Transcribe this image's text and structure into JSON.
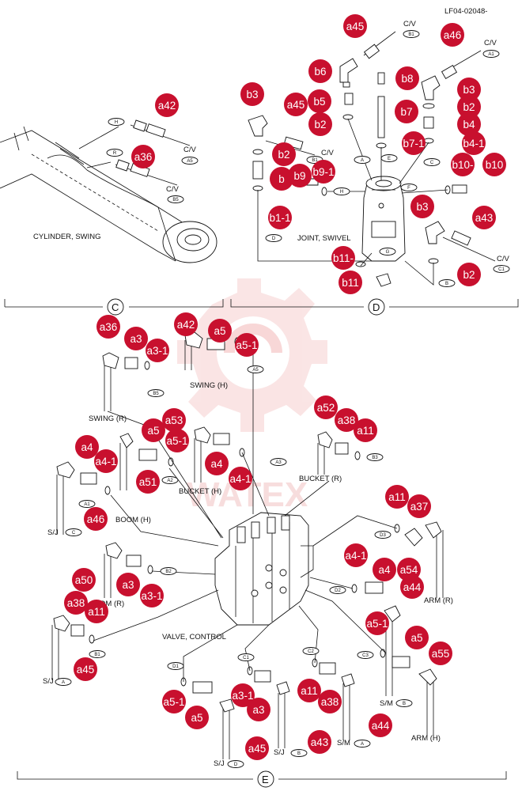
{
  "drawing_code": "LF04-02048-",
  "watermark": "WATEX",
  "colors": {
    "callout": "#c8102e",
    "watermark": "#f4c4c4",
    "line": "#111111"
  },
  "sections": {
    "C": "C",
    "D": "D",
    "E": "E"
  },
  "labels": {
    "cylinder_swing": "CYLINDER, SWING",
    "joint_swivel": "JOINT, SWIVEL",
    "valve_control": "VALVE, CONTROL",
    "swing_h": "SWING  (H)",
    "swing_r": "SWING  (R)",
    "bucket_r": "BUCKET (R)",
    "bucket_h": "BUCKET (H)",
    "boom_h": "BOOM (H)",
    "boom_r": "OM (R)",
    "arm_r": "ARM (R)",
    "arm_h": "ARM (H)",
    "cv": "C/V",
    "sj": "S/J",
    "sm": "S/M"
  },
  "tags": [
    {
      "id": "t1",
      "text": "H"
    },
    {
      "id": "t2",
      "text": "A5"
    },
    {
      "id": "t3",
      "text": "R"
    },
    {
      "id": "t4",
      "text": "B5"
    },
    {
      "id": "t5",
      "text": "B1"
    },
    {
      "id": "t6",
      "text": "A1"
    },
    {
      "id": "t7",
      "text": "B1"
    },
    {
      "id": "t8",
      "text": "A"
    },
    {
      "id": "t9",
      "text": "E"
    },
    {
      "id": "t10",
      "text": "C"
    },
    {
      "id": "t11",
      "text": "H"
    },
    {
      "id": "t12",
      "text": "F"
    },
    {
      "id": "t13",
      "text": "D"
    },
    {
      "id": "t14",
      "text": "G"
    },
    {
      "id": "t15",
      "text": "B"
    },
    {
      "id": "t16",
      "text": "C1"
    },
    {
      "id": "t17",
      "text": "A5"
    },
    {
      "id": "t18",
      "text": "B5"
    },
    {
      "id": "t19",
      "text": "A3"
    },
    {
      "id": "t20",
      "text": "B3"
    },
    {
      "id": "t21",
      "text": "A2"
    },
    {
      "id": "t22",
      "text": "A1"
    },
    {
      "id": "t23",
      "text": "C"
    },
    {
      "id": "t24",
      "text": "B2"
    },
    {
      "id": "t25",
      "text": "D3"
    },
    {
      "id": "t26",
      "text": "D2"
    },
    {
      "id": "t27",
      "text": "B1"
    },
    {
      "id": "t28",
      "text": "A"
    },
    {
      "id": "t29",
      "text": "C3"
    },
    {
      "id": "t30",
      "text": "D1"
    },
    {
      "id": "t31",
      "text": "C1"
    },
    {
      "id": "t32",
      "text": "C2"
    },
    {
      "id": "t33",
      "text": "B"
    },
    {
      "id": "t34",
      "text": "D"
    },
    {
      "id": "t35",
      "text": "B"
    },
    {
      "id": "t36",
      "text": "A"
    }
  ],
  "callouts": [
    {
      "id": "c1",
      "text": "a45"
    },
    {
      "id": "c2",
      "text": "a46"
    },
    {
      "id": "c3",
      "text": "b6"
    },
    {
      "id": "c4",
      "text": "b8"
    },
    {
      "id": "c5",
      "text": "b3"
    },
    {
      "id": "c6",
      "text": "a45"
    },
    {
      "id": "c7",
      "text": "b5"
    },
    {
      "id": "c8",
      "text": "b3"
    },
    {
      "id": "c9",
      "text": "b2"
    },
    {
      "id": "c10",
      "text": "b7"
    },
    {
      "id": "c11",
      "text": "b2"
    },
    {
      "id": "c12",
      "text": "b4"
    },
    {
      "id": "c13",
      "text": "b2"
    },
    {
      "id": "c14",
      "text": "b7-1"
    },
    {
      "id": "c15",
      "text": "b4-1"
    },
    {
      "id": "c16",
      "text": "b"
    },
    {
      "id": "c17",
      "text": "b9"
    },
    {
      "id": "c18",
      "text": "b9-1"
    },
    {
      "id": "c19",
      "text": "b10-"
    },
    {
      "id": "c20",
      "text": "b10"
    },
    {
      "id": "c21",
      "text": "b1-1"
    },
    {
      "id": "c22",
      "text": "b3"
    },
    {
      "id": "c23",
      "text": "a43"
    },
    {
      "id": "c24",
      "text": "b11-"
    },
    {
      "id": "c25",
      "text": "b2"
    },
    {
      "id": "c26",
      "text": "b11"
    },
    {
      "id": "c27",
      "text": "a42"
    },
    {
      "id": "c28",
      "text": "a36"
    },
    {
      "id": "c29",
      "text": "a36"
    },
    {
      "id": "c30",
      "text": "a3"
    },
    {
      "id": "c31",
      "text": "a42"
    },
    {
      "id": "c32",
      "text": "a5"
    },
    {
      "id": "c33",
      "text": "a3-1"
    },
    {
      "id": "c34",
      "text": "a5-1"
    },
    {
      "id": "c35",
      "text": "a52"
    },
    {
      "id": "c36",
      "text": "a38"
    },
    {
      "id": "c37",
      "text": "a11"
    },
    {
      "id": "c38",
      "text": "a53"
    },
    {
      "id": "c39",
      "text": "a5"
    },
    {
      "id": "c40",
      "text": "a5-1"
    },
    {
      "id": "c41",
      "text": "a4"
    },
    {
      "id": "c42",
      "text": "a4-1"
    },
    {
      "id": "c43",
      "text": "a4"
    },
    {
      "id": "c44",
      "text": "a51"
    },
    {
      "id": "c45",
      "text": "a4-1"
    },
    {
      "id": "c46",
      "text": "a46"
    },
    {
      "id": "c47",
      "text": "a11"
    },
    {
      "id": "c48",
      "text": "a37"
    },
    {
      "id": "c49",
      "text": "a4-1"
    },
    {
      "id": "c50",
      "text": "a4"
    },
    {
      "id": "c51",
      "text": "a54"
    },
    {
      "id": "c52",
      "text": "a44"
    },
    {
      "id": "c53",
      "text": "a50"
    },
    {
      "id": "c54",
      "text": "a3"
    },
    {
      "id": "c55",
      "text": "a3-1"
    },
    {
      "id": "c56",
      "text": "a38"
    },
    {
      "id": "c57",
      "text": "a11"
    },
    {
      "id": "c58",
      "text": "a5-1"
    },
    {
      "id": "c59",
      "text": "a5"
    },
    {
      "id": "c60",
      "text": "a55"
    },
    {
      "id": "c61",
      "text": "a45"
    },
    {
      "id": "c62",
      "text": "a5-1"
    },
    {
      "id": "c63",
      "text": "a5"
    },
    {
      "id": "c64",
      "text": "a3-1"
    },
    {
      "id": "c65",
      "text": "a3"
    },
    {
      "id": "c66",
      "text": "a11"
    },
    {
      "id": "c67",
      "text": "a38"
    },
    {
      "id": "c68",
      "text": "a45"
    },
    {
      "id": "c69",
      "text": "a43"
    },
    {
      "id": "c70",
      "text": "a44"
    }
  ]
}
